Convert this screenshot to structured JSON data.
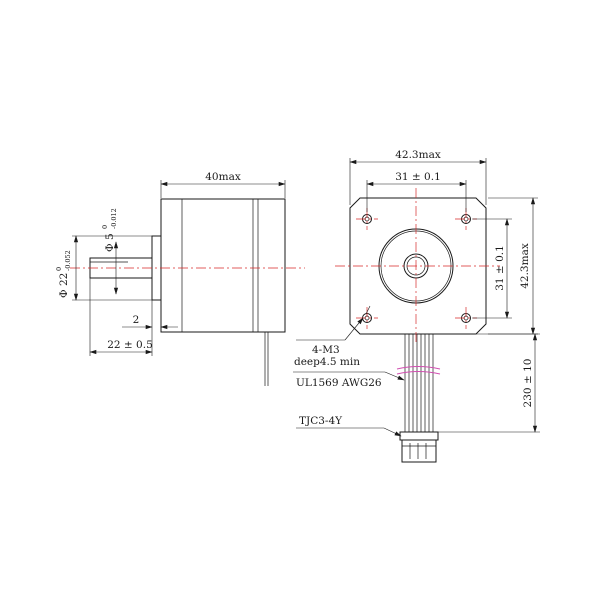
{
  "side_view": {
    "length_label": "40max",
    "shaft_dia_label": "Φ 5",
    "shaft_tol_upper": "0",
    "shaft_tol_lower": "-0.012",
    "pilot_dia_label": "Φ 22",
    "pilot_tol_upper": "0",
    "pilot_tol_lower": "-0.052",
    "pilot_height_label": "2",
    "shaft_length_label": "22 ± 0.5"
  },
  "front_view": {
    "width_label": "42.3max",
    "hole_spacing_h_label": "31 ± 0.1",
    "hole_spacing_v_label": "31 ± 0.1",
    "height_label": "42.3max",
    "screw_label": "4-M3",
    "depth_label": "deep4.5 min",
    "wire_label": "UL1569 AWG26",
    "lead_length_label": "230 ± 10",
    "connector_label": "TJC3-4Y"
  },
  "colors": {
    "outline": "#1a1a1a",
    "centerline": "#d62a2a",
    "wire_marker": "#d04fb0"
  }
}
